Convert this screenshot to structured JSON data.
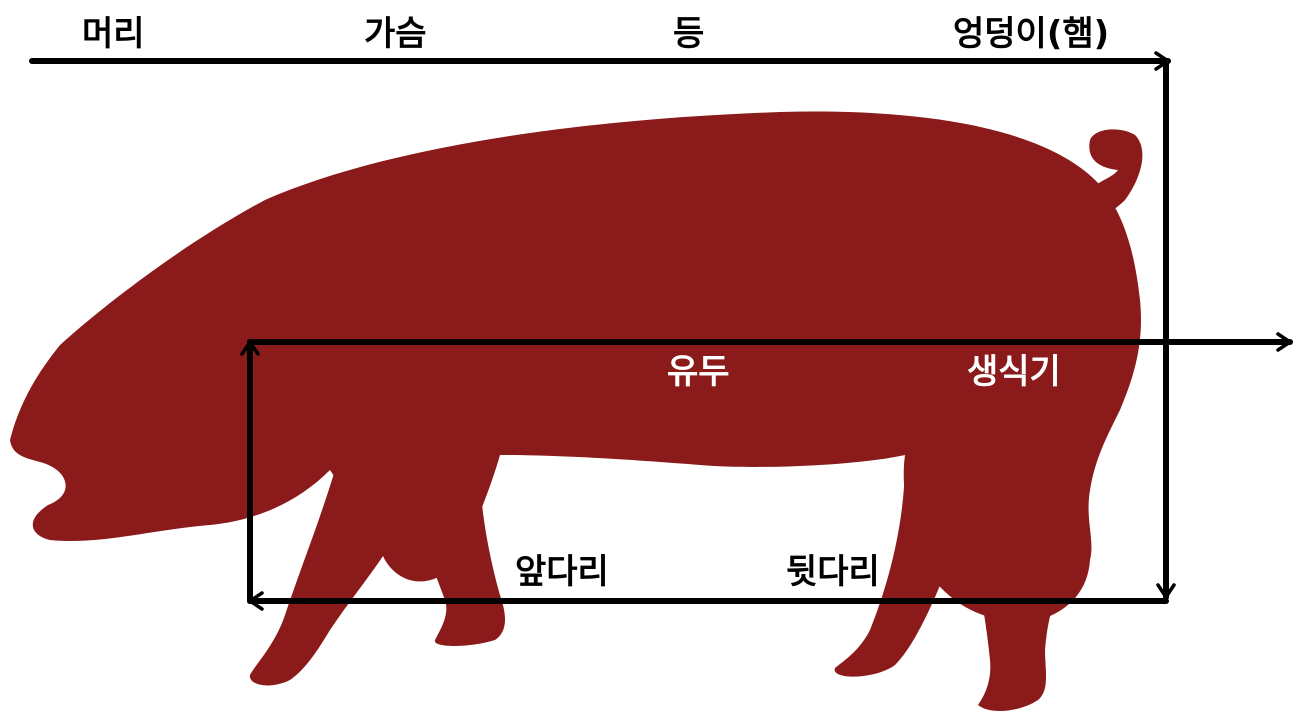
{
  "colors": {
    "pig": "#8b1a1a",
    "line": "#000000",
    "background": "#ffffff"
  },
  "labels": {
    "head": "머리",
    "chest": "가슴",
    "back": "등",
    "ham": "엉덩이(햄)",
    "teat": "유두",
    "genital": "생식기",
    "foreleg": "앞다리",
    "hindleg": "뒷다리"
  }
}
